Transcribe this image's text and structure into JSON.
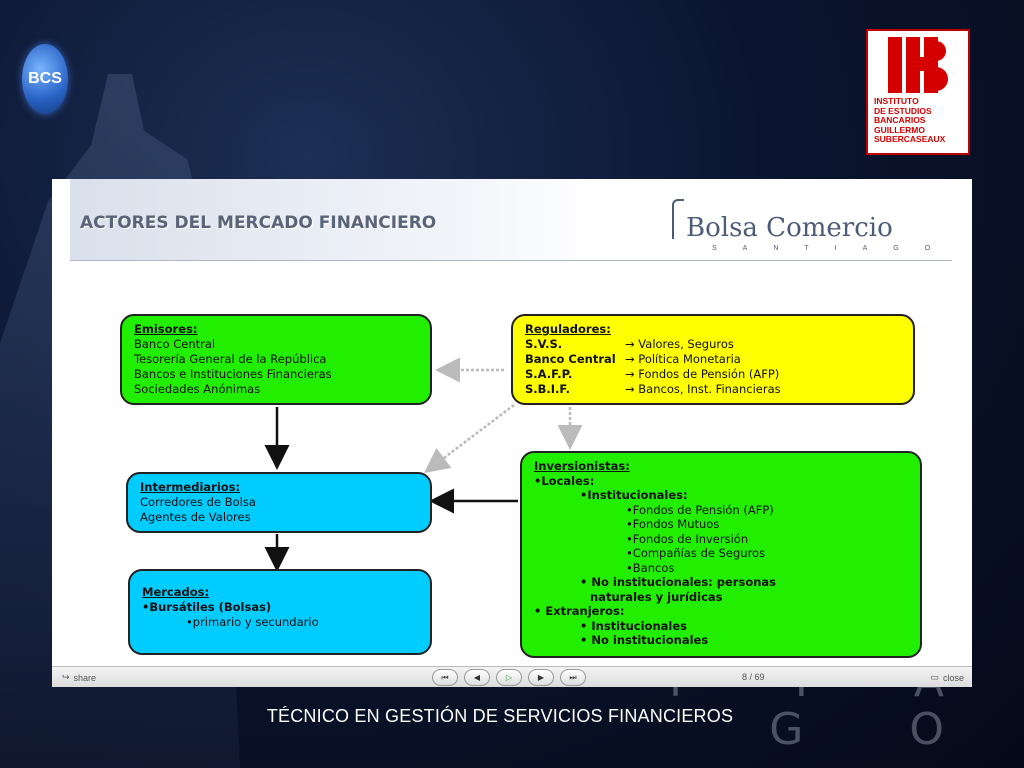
{
  "background": {
    "watermark_letters": "S A N T I A G O",
    "watermark_top": "O"
  },
  "bcs_logo": {
    "text": "BCS"
  },
  "inst_logo": {
    "lines": [
      "INSTITUTO",
      "DE ESTUDIOS",
      "BANCARIOS",
      "GUILLERMO",
      "SUBERCASEAUX"
    ],
    "color": "#d40000"
  },
  "slide": {
    "title": "ACTORES DEL MERCADO FINANCIERO",
    "brand": "Bolsa Comercio",
    "brand_sub": "SANTIAGO",
    "emisores": {
      "heading": "Emisores:",
      "items": [
        "Banco Central",
        "Tesorería General de la República",
        "Bancos e Instituciones Financieras",
        "Sociedades Anónimas"
      ]
    },
    "reguladores": {
      "heading": "Reguladores:",
      "rows": [
        {
          "key": "S.V.S.",
          "value": "→ Valores, Seguros"
        },
        {
          "key": "Banco Central",
          "value": "→ Política Monetaria"
        },
        {
          "key": "S.A.F.P.",
          "value": "→ Fondos de Pensión (AFP)"
        },
        {
          "key": "S.B.I.F.",
          "value": "→ Bancos, Inst. Financieras"
        }
      ]
    },
    "intermediarios": {
      "heading": "Intermediarios:",
      "items": [
        "Corredores de Bolsa",
        "Agentes de Valores"
      ]
    },
    "mercados": {
      "heading": "Mercados:",
      "item1": "•Bursátiles (Bolsas)",
      "item2": "•primario y secundario"
    },
    "inversionistas": {
      "heading": "Inversionistas:",
      "locales": "•Locales:",
      "institucionales": "•Institucionales:",
      "inst_items": [
        "•Fondos de Pensión (AFP)",
        "•Fondos Mutuos",
        "•Fondos de Inversión",
        "•Compañías de Seguros",
        "•Bancos"
      ],
      "no_inst_1": "• No institucionales: personas",
      "no_inst_2": "naturales y jurídicas",
      "extranjeros": "• Extranjeros:",
      "ext_items": [
        "• Institucionales",
        "• No institucionales"
      ]
    }
  },
  "toolbar": {
    "share_label": "share",
    "page": "8 / 69",
    "close_label": "close",
    "nav": [
      "⏮",
      "◀",
      "▷",
      "▶",
      "⏭"
    ]
  },
  "footer": {
    "text": "TÉCNICO EN GESTIÓN DE SERVICIOS FINANCIEROS"
  }
}
